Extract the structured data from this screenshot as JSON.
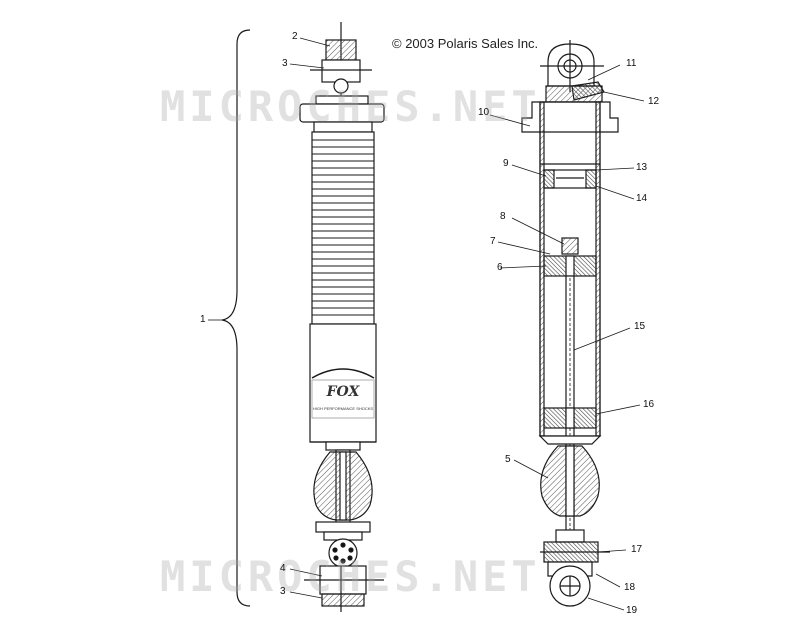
{
  "copyright": "© 2003 Polaris Sales Inc.",
  "watermark": "MICROCHES.NET",
  "shock_logo": "FOX",
  "shock_tagline": "HIGH PERFORMANCE SHOCKS",
  "callouts": {
    "c1": "1",
    "c2": "2",
    "c3a": "3",
    "c3b": "3",
    "c4": "4",
    "c5": "5",
    "c6": "6",
    "c7": "7",
    "c8": "8",
    "c9": "9",
    "c10": "10",
    "c11": "11",
    "c12": "12",
    "c13": "13",
    "c14": "14",
    "c15": "15",
    "c16": "16",
    "c17": "17",
    "c18": "18",
    "c19": "19"
  },
  "colors": {
    "line": "#1a1a1a",
    "hatch": "#777777",
    "watermark": "#aaaaaa"
  }
}
